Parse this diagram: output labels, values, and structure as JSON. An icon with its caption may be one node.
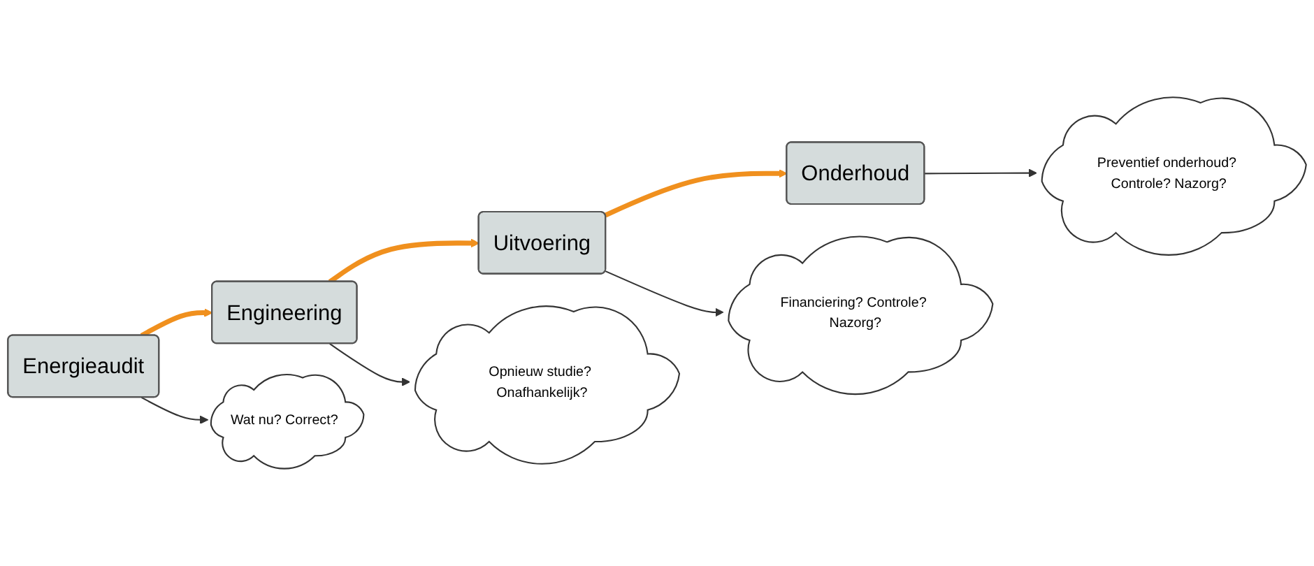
{
  "diagram": {
    "nodes": [
      {
        "text": [
          "Energieaudit"
        ]
      },
      {
        "text": [
          "Engineering"
        ]
      },
      {
        "text": [
          "Uitvoering"
        ]
      },
      {
        "text": [
          "Onderhoud"
        ]
      },
      {
        "text": [
          "Wat nu? Correct?"
        ]
      },
      {
        "text": [
          "Opnieuw studie? Onafhankelijk?"
        ]
      },
      {
        "text": [
          "Financiering? Controle? Nazorg?"
        ]
      },
      {
        "text": [
          "Preventief onderhoud? Controle? Nazorg?"
        ]
      }
    ],
    "edges": [
      {
        "from": 0,
        "to": 1,
        "arrow": "to",
        "style": "thick",
        "color": "#f0901e"
      },
      {
        "from": 1,
        "to": 2,
        "arrow": "to",
        "style": "thick",
        "color": "#f0901e"
      },
      {
        "from": 2,
        "to": 3,
        "arrow": "to",
        "style": "thick",
        "color": "#f0901e"
      },
      {
        "from": 0,
        "to": 4,
        "arrow": "to"
      },
      {
        "from": 1,
        "to": 5,
        "arrow": "to"
      },
      {
        "from": 2,
        "to": 6,
        "arrow": "to"
      },
      {
        "from": 3,
        "to": 7,
        "arrow": "to"
      }
    ]
  }
}
